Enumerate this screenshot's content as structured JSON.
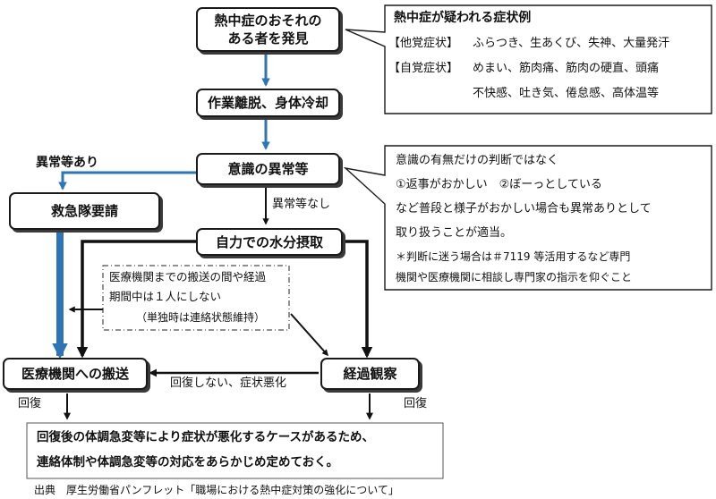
{
  "nodes": {
    "discover_l1": "熱中症のおそれの",
    "discover_l2": "ある者を発見",
    "remove": "作業離脱、身体冷却",
    "consciousness": "意識の異常等",
    "ambulance": "救急隊要請",
    "hydration": "自力での水分摂取",
    "hospital": "医療機関への搬送",
    "observe": "経過観察"
  },
  "callout_symptoms": {
    "title": "熱中症が疑われる症状例",
    "row1_tag": "【他覚症状】",
    "row1_text": "ふらつき、生あくび、失神、大量発汗",
    "row2_tag": "【自覚症状】",
    "row2_text": "めまい、筋肉痛、筋肉の硬直、頭痛",
    "row3_text": "不快感、吐き気、倦怠感、高体温等"
  },
  "callout_judgement": {
    "l1": "意識の有無だけの判断ではなく",
    "l2": "①返事がおかしい　②ぼーっとしている",
    "l3": "など普段と様子がおかしい場合も異常ありとして",
    "l4": "取り扱うことが適当。",
    "l5": "＊判断に迷う場合は＃7119 等活用するなど専門",
    "l6": "機関や医療機関に相談し専門家の指示を仰ぐこと"
  },
  "note_box": {
    "l1": "医療機関までの搬送の間や経過",
    "l2": "期間中は１人にしない",
    "l3": "（単独時は連絡状態維持）"
  },
  "edge_labels": {
    "abnormal_yes": "異常等あり",
    "abnormal_no": "異常等なし",
    "no_recovery": "回復しない、症状悪化",
    "recover_left": "回復",
    "recover_right": "回復"
  },
  "bottom_box": {
    "l1": "回復後の体調急変等により症状が悪化するケースがあるため、",
    "l2": "連絡体制や体調急変等の対応をあらかじめ定めておく。"
  },
  "source": "出典　厚生労働省パンフレット「職場における熱中症対策の強化について」",
  "colors": {
    "blue_arrow": "#2e75b6",
    "black_arrow": "#111111"
  }
}
